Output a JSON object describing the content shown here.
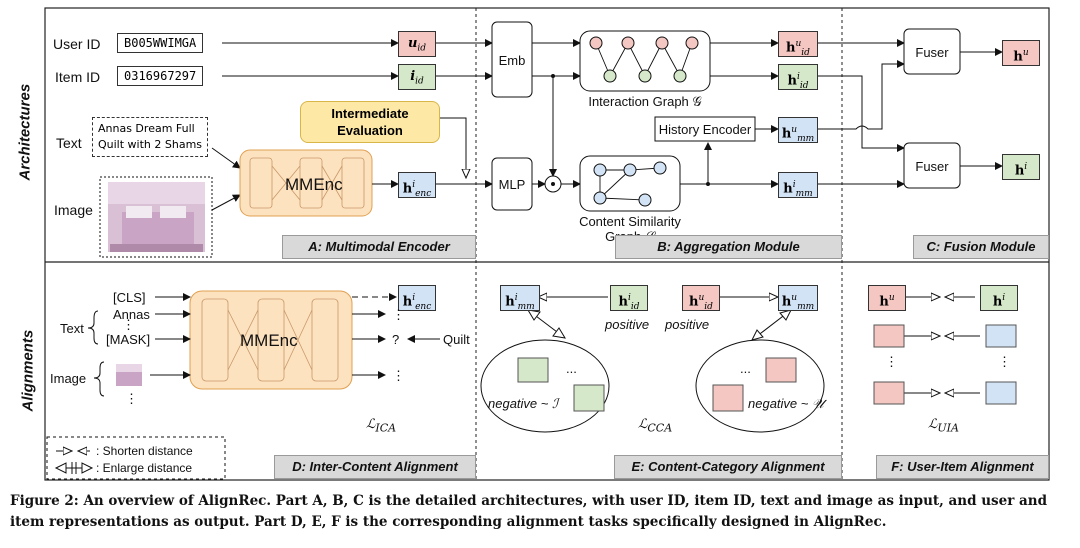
{
  "side_labels": {
    "top": "Architectures",
    "bottom": "Alignments"
  },
  "inputs": {
    "user_id_label": "User ID",
    "item_id_label": "Item ID",
    "text_label": "Text",
    "image_label": "Image",
    "user_id_value": "B005WWIMGA",
    "item_id_value": "0316967297",
    "text_value_line1": "Annas Dream Full",
    "text_value_line2": "Quilt with 2 Shams"
  },
  "reps": {
    "u_id": "u",
    "u_id_sub": "id",
    "i_id": "i",
    "i_id_sub": "id",
    "h": "h",
    "enc": "enc",
    "mm": "mm",
    "id": "id",
    "sup_u": "u",
    "sup_i": "i"
  },
  "architecture": {
    "intermediate_line1": "Intermediate",
    "intermediate_line2": "Evaluation",
    "mmenc": "MMEnc",
    "emb": "Emb",
    "mlp": "MLP",
    "odot": "⊙",
    "interaction_graph": "Interaction Graph 𝒢",
    "history_encoder": "History Encoder",
    "content_sim_line1": "Content Similarity",
    "content_sim_line2": "Graph 𝒮",
    "fuser": "Fuser"
  },
  "panels": {
    "a": "A: Multimodal Encoder",
    "b": "B: Aggregation Module",
    "c": "C: Fusion Module",
    "d": "D: Inter-Content Alignment",
    "e": "E: Content-Category Alignment",
    "f": "F: User-Item Alignment"
  },
  "alignment_d": {
    "cls": "[CLS]",
    "annas": "Annas",
    "mask": "[MASK]",
    "text": "Text",
    "image": "Image",
    "quilt": "Quilt",
    "question": "?",
    "dots": "⋮",
    "loss": "ℒ",
    "loss_sub": "ICA"
  },
  "legend": {
    "shorten": ": Shorten distance",
    "enlarge": ": Enlarge distance"
  },
  "alignment_e": {
    "positive": "positive",
    "negative_i": "negative ~ ℐ",
    "negative_u": "negative ~ 𝒰",
    "ellipsis": "...",
    "loss": "ℒ",
    "loss_sub": "CCA"
  },
  "alignment_f": {
    "loss": "ℒ",
    "loss_sub": "UIA",
    "dots": "⋮"
  },
  "caption": "Figure 2: An overview of AlignRec. Part A, B, C is the detailed architectures, with user ID, item ID, text and image as input, and user and item representations as output. Part D, E, F is the corresponding alignment tasks specifically designed in AlignRec.",
  "colors": {
    "user_red": "#f4c7c3",
    "item_green": "#d5e8c9",
    "mm_blue": "#d3e3f6",
    "mmenc_orange": "#fde2c0",
    "intermediate_yellow": "#fde8a6"
  }
}
